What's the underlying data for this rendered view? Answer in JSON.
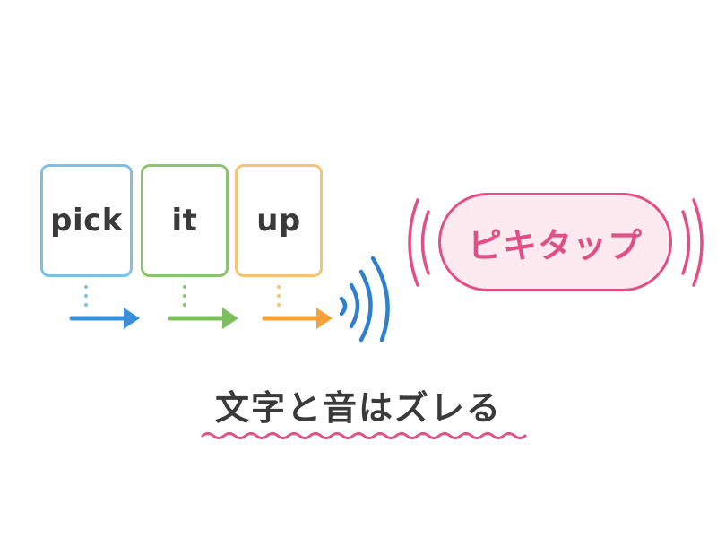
{
  "words": [
    {
      "text": "pick",
      "color": "#7cc0e3"
    },
    {
      "text": "it",
      "color": "#8dc36f"
    },
    {
      "text": "up",
      "color": "#f5c371"
    }
  ],
  "arrows": [
    {
      "color": "#3a8fd8",
      "dot_color": "#7cc0e3"
    },
    {
      "color": "#7dbe5f",
      "dot_color": "#8dc36f"
    },
    {
      "color": "#f6a23c",
      "dot_color": "#f5c371"
    }
  ],
  "sound_wave_color": "#2f7fce",
  "pronunciation": {
    "text": "ピキタップ",
    "text_color": "#e24f86",
    "border_color": "#e24f86",
    "fill_color": "#fde9f0"
  },
  "caption": {
    "text": "文字と音はズレる",
    "underline_color": "#e24f86"
  }
}
